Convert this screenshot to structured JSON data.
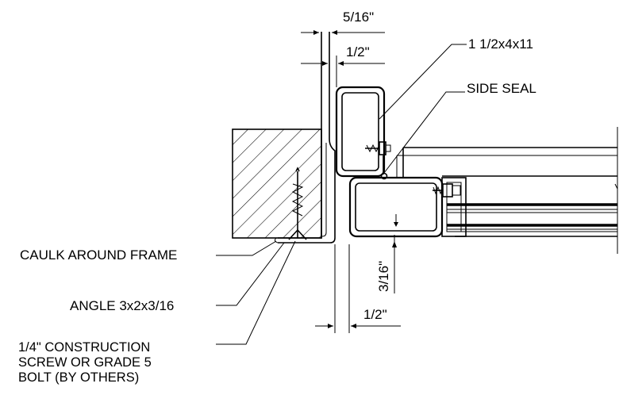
{
  "dimensions": {
    "top_gap": "5/16\"",
    "top_offset": "1/2\"",
    "bottom_gap": "3/16\"",
    "bottom_offset": "1/2\""
  },
  "callouts": {
    "tube": "1 1/2x4x11",
    "side_seal": "SIDE SEAL",
    "caulk": "CAULK AROUND FRAME",
    "angle": "ANGLE 3x2x3/16",
    "screw_line1": "1/4\" CONSTRUCTION",
    "screw_line2": "SCREW OR GRADE 5",
    "screw_line3": "BOLT (BY OTHERS)"
  }
}
